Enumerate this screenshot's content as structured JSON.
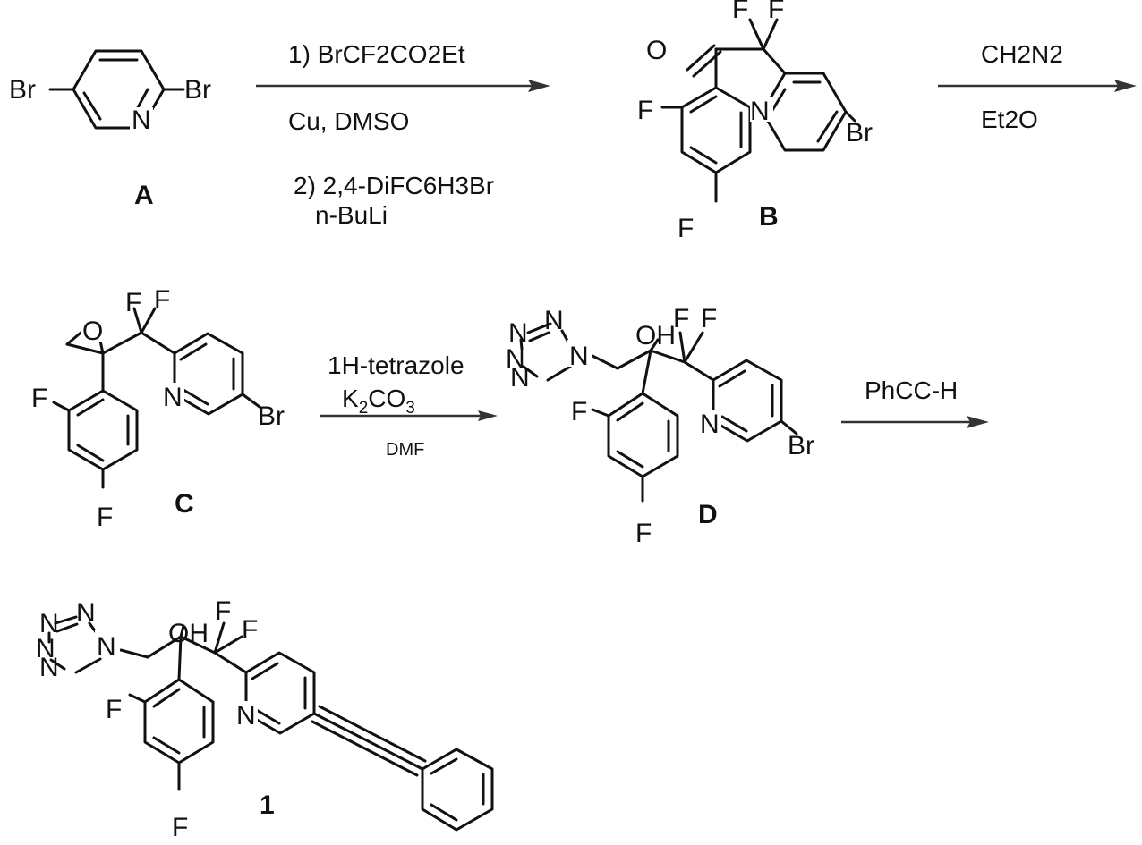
{
  "scheme": {
    "arrow1": {
      "step1": "1) BrCF2CO2Et",
      "conditions1": "Cu, DMSO",
      "step2": "2) 2,4-DiFC6H3Br",
      "conditions2": "n-BuLi"
    },
    "arrow2": {
      "reagent": "CH2N2",
      "solvent": "Et2O"
    },
    "arrow3": {
      "reagent": "1H-tetrazole",
      "base_main": "K",
      "base_sub2": "2",
      "base_mid": "CO",
      "base_sub3": "3",
      "solvent": "DMF"
    },
    "arrow4": {
      "reagent": "PhCC-H"
    }
  },
  "compounds": {
    "A": {
      "label": "A",
      "atoms": {
        "br_left": "Br",
        "br_right": "Br",
        "n": "N"
      }
    },
    "B": {
      "label": "B",
      "atoms": {
        "o": "O",
        "f1": "F",
        "f2": "F",
        "n": "N",
        "br": "Br",
        "f_ortho": "F",
        "f_para": "F"
      }
    },
    "C": {
      "label": "C",
      "atoms": {
        "o": "O",
        "f1": "F",
        "f2": "F",
        "n": "N",
        "br": "Br",
        "f_ortho": "F",
        "f_para": "F"
      }
    },
    "D": {
      "label": "D",
      "atoms": {
        "n1": "N",
        "n2": "N",
        "n3": "N",
        "n4": "N",
        "n5": "N",
        "oh": "OH",
        "f1": "F",
        "f2": "F",
        "n_py": "N",
        "br": "Br",
        "f_ortho": "F",
        "f_para": "F"
      }
    },
    "1": {
      "label": "1",
      "atoms": {
        "n1": "N",
        "n2": "N",
        "n3": "N",
        "n4": "N",
        "n5": "N",
        "oh": "OH",
        "f1": "F",
        "f2": "F",
        "n_py": "N",
        "f_ortho": "F",
        "f_para": "F"
      }
    }
  }
}
